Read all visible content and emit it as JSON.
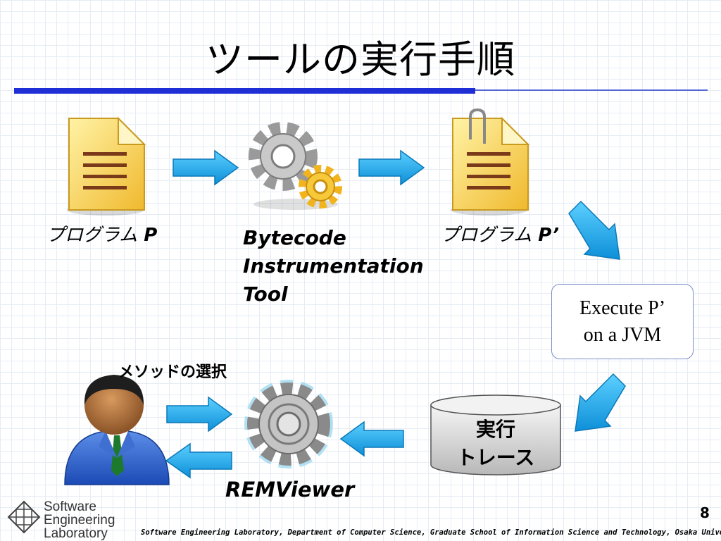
{
  "slide": {
    "title": "ツールの実行手順",
    "page_number": "8",
    "footer": "Software Engineering Laboratory, Department of Computer Science, Graduate School of Information Science and Technology, Osaka University"
  },
  "logo": {
    "line1": "Software",
    "line2": "Engineering",
    "line3": "Laboratory"
  },
  "diagram": {
    "program_p": {
      "ja": "プログラム",
      "suffix": " P"
    },
    "tool": {
      "line1": "Bytecode",
      "line2": "Instrumentation",
      "line3": "Tool"
    },
    "program_p2": {
      "ja": "プログラム",
      "suffix": " P’"
    },
    "execute": {
      "line1": "Execute P’",
      "line2": "on a JVM"
    },
    "trace": {
      "line1": "実行",
      "line2": "トレース"
    },
    "viewer": "REMViewer",
    "method_select": "メソッドの選択"
  },
  "colors": {
    "arrow": "#1aa3e8",
    "title_rule": "#1f2fd6",
    "document": "#f6d64a"
  }
}
